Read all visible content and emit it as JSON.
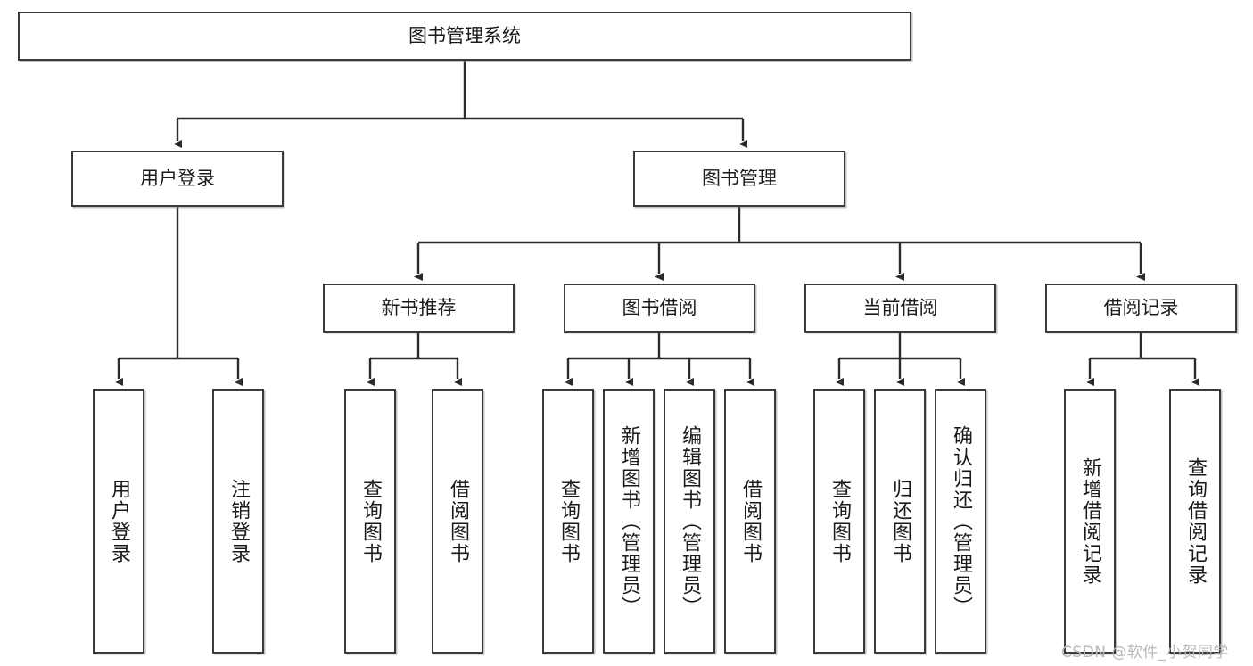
{
  "diagram": {
    "title": "图书管理系统",
    "type": "tree-hierarchy",
    "orientation": "top-down",
    "colors": {
      "box_border": "#3a3a3a",
      "box_fill": "#ffffff",
      "edge": "#2b2b2b",
      "text": "#1a1a1a",
      "watermark": "#b9b9b9",
      "background": "#ffffff"
    }
  },
  "root": {
    "label": "图书管理系统"
  },
  "level2": [
    {
      "label": "用户登录"
    },
    {
      "label": "图书管理"
    }
  ],
  "level3": [
    {
      "label": "新书推荐"
    },
    {
      "label": "图书借阅"
    },
    {
      "label": "当前借阅"
    },
    {
      "label": "借阅记录"
    }
  ],
  "leaves": {
    "user_login": [
      {
        "label": "用户登录"
      },
      {
        "label": "注销登录"
      }
    ],
    "new_book": [
      {
        "label": "查询图书"
      },
      {
        "label": "借阅图书"
      }
    ],
    "book_borrow": [
      {
        "label": "查询图书"
      },
      {
        "label": "新增图书（管理员）"
      },
      {
        "label": "编辑图书（管理员）"
      },
      {
        "label": "借阅图书"
      }
    ],
    "current_borrow": [
      {
        "label": "查询图书"
      },
      {
        "label": "归还图书"
      },
      {
        "label": "确认归还（管理员）"
      }
    ],
    "borrow_record": [
      {
        "label": "新增借阅记录"
      },
      {
        "label": "查询借阅记录"
      }
    ]
  },
  "watermark": {
    "text": "CSDN @软件_小贺同学"
  }
}
